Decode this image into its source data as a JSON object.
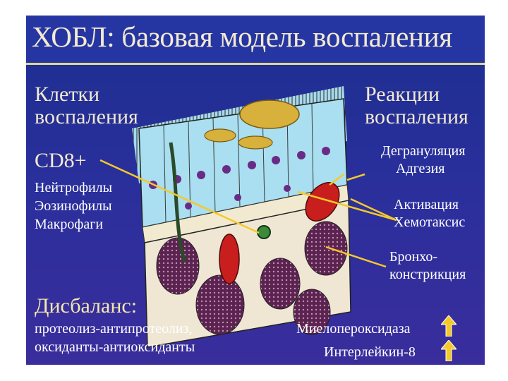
{
  "slide": {
    "title": "ХОБЛ: базовая модель воспаления",
    "left_heading": [
      "Клетки",
      "воспаления"
    ],
    "cells_heading": "CD8+",
    "cells": [
      "Нейтрофилы",
      "Эозинофилы",
      "Макрофаги"
    ],
    "right_heading": [
      "Реакции",
      "воспаления"
    ],
    "reactions": [
      "Дегрануляция",
      "Адгезия",
      "Активация",
      "Хемотаксис",
      "Бронхо-",
      "констрикция"
    ],
    "imbalance_heading": "Дисбаланс:",
    "imbalance_items": [
      "протеолиз-антипротеолиз,",
      "оксиданты-антиоксиданты"
    ],
    "markers": [
      "Миелопероксидаза",
      "Интерлейкин-8"
    ]
  },
  "colors": {
    "background": "#2a2f9c",
    "title_text": "#f3e7b6",
    "arrow": "#f5c92a"
  }
}
